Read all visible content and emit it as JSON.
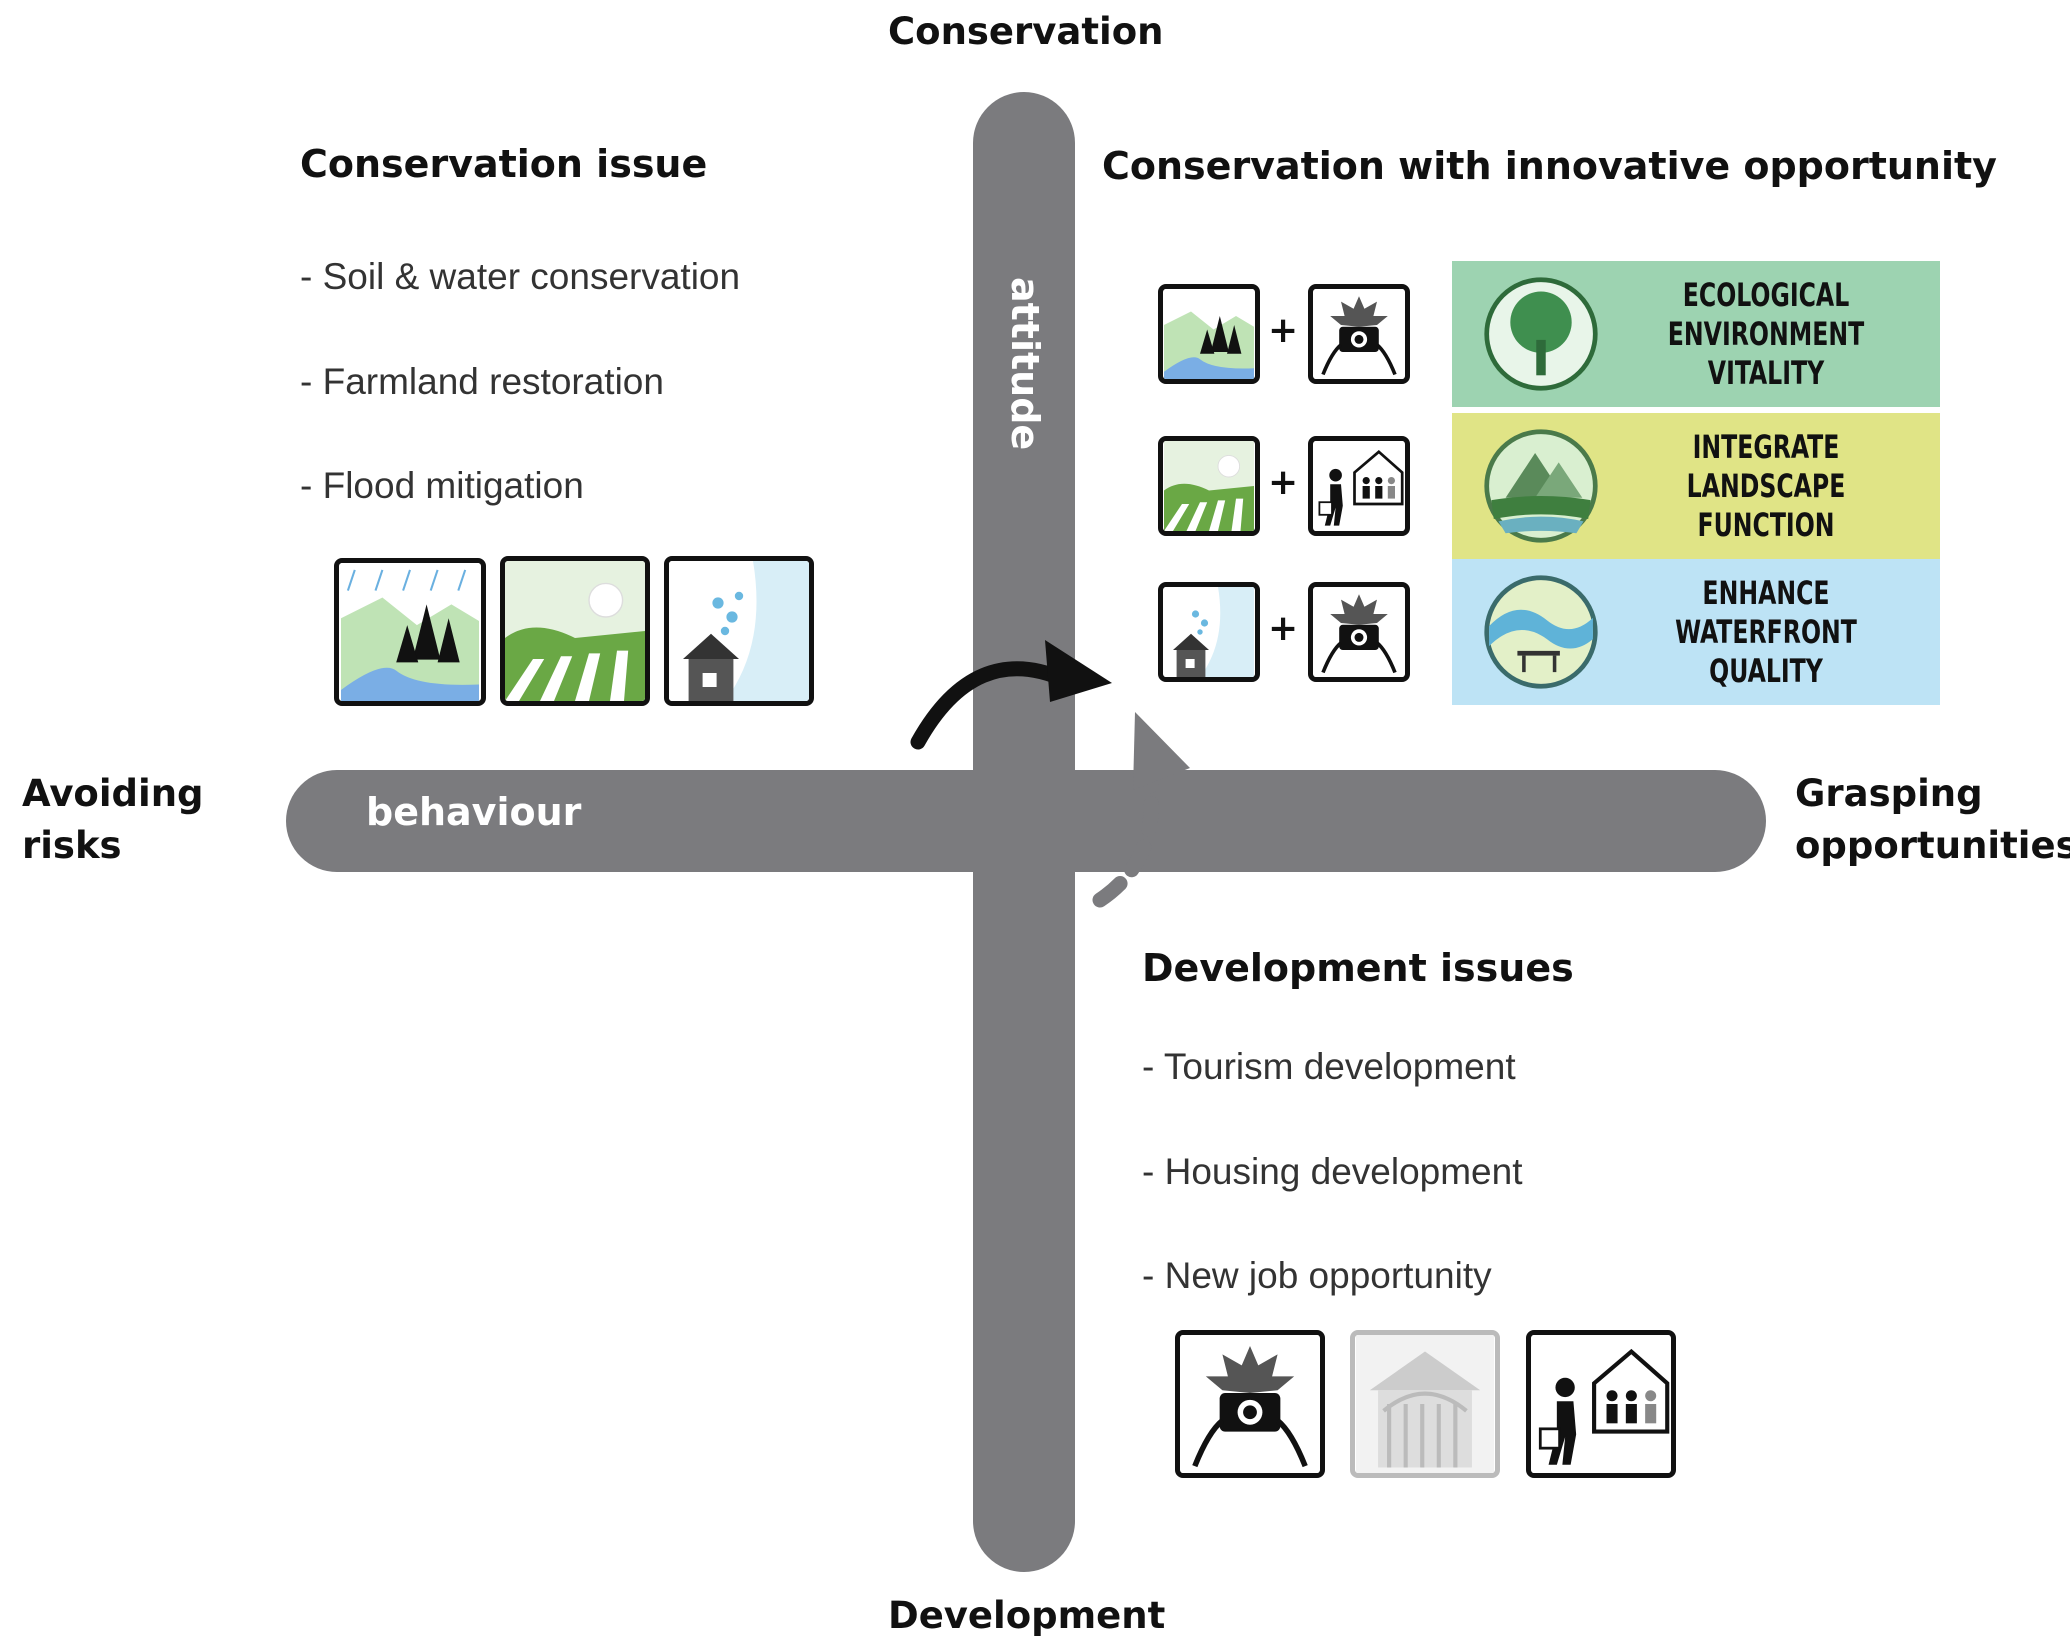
{
  "axes": {
    "top": "Conservation",
    "bottom": "Development",
    "left": "Avoiding\nrisks",
    "right": "Grasping\nopportunities",
    "vertical_bar": "attitude",
    "horizontal_bar": "behaviour"
  },
  "conservation_issue": {
    "title": "Conservation issue",
    "items": [
      "- Soil & water conservation",
      "- Farmland restoration",
      "- Flood mitigation"
    ],
    "icons": [
      "forest-rain-river-icon",
      "farmland-sun-icon",
      "flood-house-icon"
    ]
  },
  "innovative": {
    "title": "Conservation with innovative opportunity",
    "rows": [
      {
        "left_icon": "forest-rain-river-icon",
        "plus": "+",
        "right_icon": "camera-tourism-icon",
        "label": "ECOLOGICAL\nENVIRONMENT\nVITALITY",
        "color": "#9dd3b1",
        "badge": "tree-badge-icon"
      },
      {
        "left_icon": "farmland-sun-icon",
        "plus": "+",
        "right_icon": "job-housing-icon",
        "label": "INTEGRATE\nLANDSCAPE\nFUNCTION",
        "color": "#e0e486",
        "badge": "terraced-landscape-badge-icon"
      },
      {
        "left_icon": "flood-house-icon",
        "plus": "+",
        "right_icon": "camera-tourism-icon",
        "label": "ENHANCE\nWATERFRONT\nQUALITY",
        "color": "#bde3f5",
        "badge": "waterfront-badge-icon"
      }
    ]
  },
  "development": {
    "title": "Development issues",
    "items": [
      "- Tourism development",
      "- Housing development",
      "- New job opportunity"
    ],
    "icons": [
      "camera-tourism-icon",
      "housing-gate-icon",
      "job-housing-icon"
    ]
  },
  "colors": {
    "bar": "#7b7b7e",
    "arrow": "#111111",
    "dashed_arrow": "#7b7b7e"
  }
}
